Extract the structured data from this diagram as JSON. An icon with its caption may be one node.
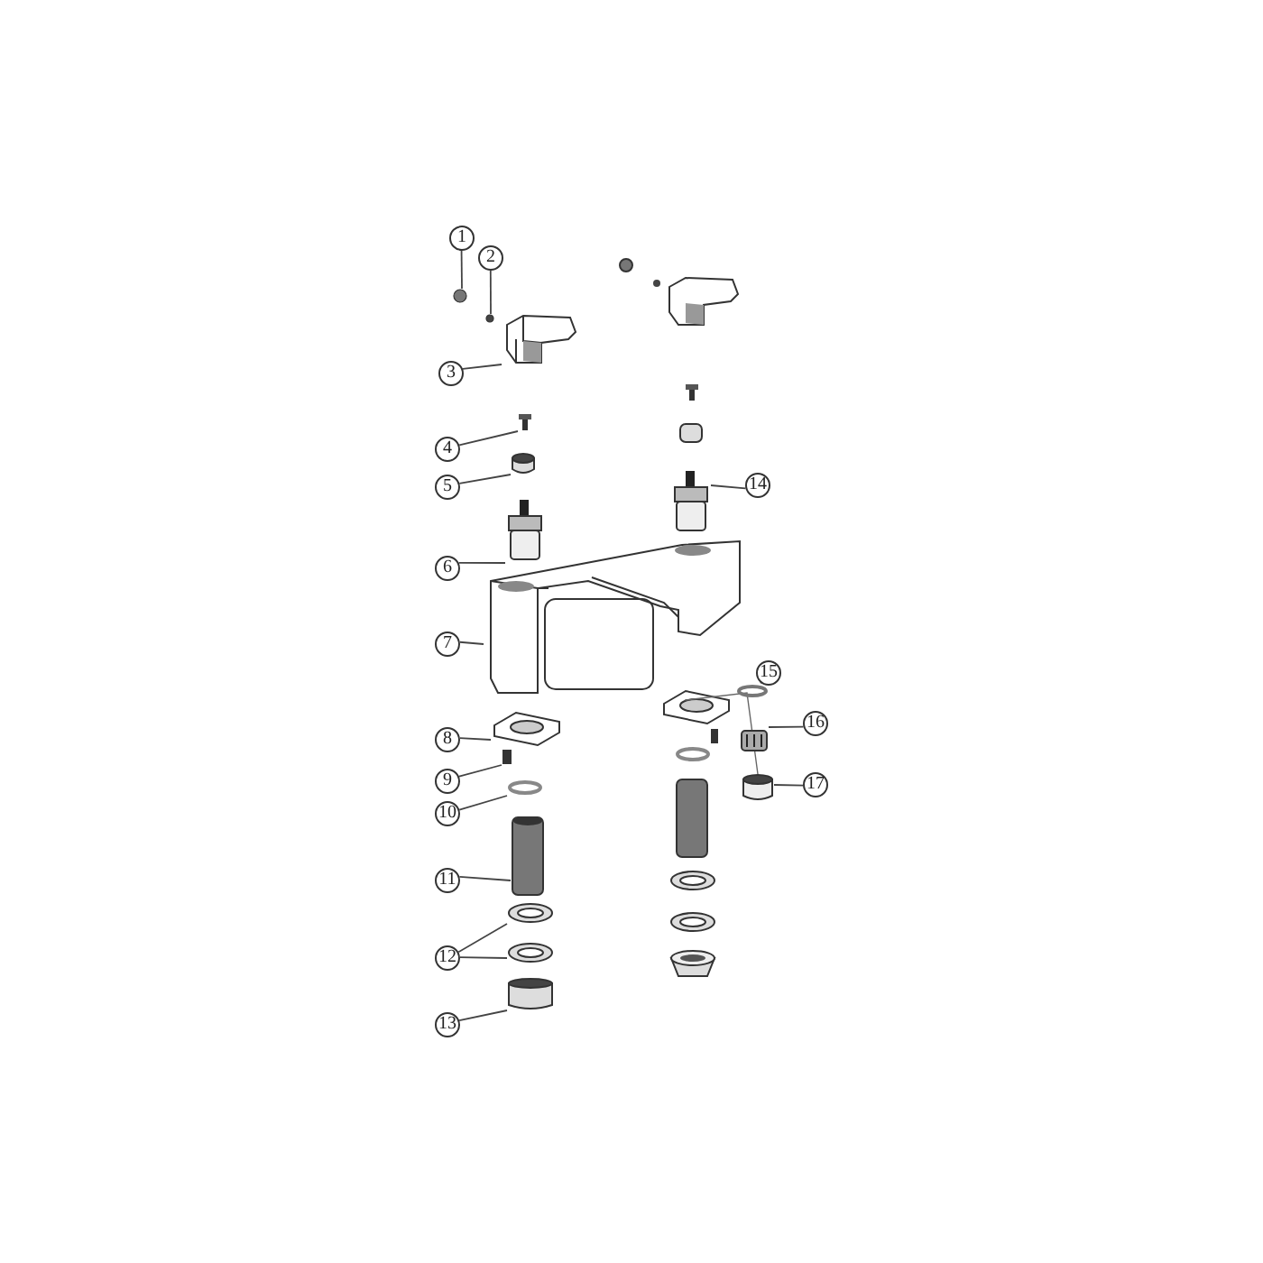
{
  "diagram": {
    "nodes": [
      {
        "text": [
          "1"
        ]
      },
      {
        "text": [
          "2"
        ]
      },
      {
        "text": [
          "3"
        ]
      },
      {
        "text": [
          "4"
        ]
      },
      {
        "text": [
          "5"
        ]
      },
      {
        "text": [
          "6"
        ]
      },
      {
        "text": [
          "7"
        ]
      },
      {
        "text": [
          "8"
        ]
      },
      {
        "text": [
          "9"
        ]
      },
      {
        "text": [
          "10"
        ]
      },
      {
        "text": [
          "11"
        ]
      },
      {
        "text": [
          "12"
        ]
      },
      {
        "text": [
          "13"
        ]
      },
      {
        "text": [
          "14"
        ]
      },
      {
        "text": [
          "15"
        ]
      },
      {
        "text": [
          "16"
        ]
      },
      {
        "text": [
          "17"
        ]
      },
      {
        "text": [],
        "shape": "circle"
      },
      {
        "text": [],
        "shape": "circle"
      },
      {
        "text": [],
        "shape": "picture"
      },
      {
        "text": [],
        "shape": "picture"
      },
      {
        "text": [],
        "shape": "cylinder"
      },
      {
        "text": [],
        "shape": "picture"
      },
      {
        "text": [],
        "shape": "picture"
      },
      {
        "text": [],
        "shape": "picture"
      },
      {
        "text": [],
        "shape": "bar"
      },
      {
        "text": [],
        "shape": "circle"
      },
      {
        "text": [],
        "shape": "picture"
      },
      {
        "text": [],
        "shape": "picture"
      },
      {
        "text": [],
        "shape": "picture"
      },
      {
        "text": [],
        "shape": "cylinder"
      },
      {
        "text": [],
        "shape": "picture"
      },
      {
        "text": [],
        "shape": "circle"
      },
      {
        "text": [],
        "shape": "picture"
      },
      {
        "text": [],
        "shape": "cylinder"
      }
    ],
    "edges": [
      {
        "from": 0,
        "to": 17,
        "arrow": "none"
      },
      {
        "from": 1,
        "to": 18,
        "arrow": "none"
      },
      {
        "from": 2,
        "to": 19,
        "arrow": "none"
      },
      {
        "from": 3,
        "to": 20,
        "arrow": "none"
      },
      {
        "from": 4,
        "to": 21,
        "arrow": "none"
      },
      {
        "from": 5,
        "to": 22,
        "arrow": "none"
      },
      {
        "from": 6,
        "to": 23,
        "arrow": "none"
      },
      {
        "from": 7,
        "to": 24,
        "arrow": "none"
      },
      {
        "from": 8,
        "to": 25,
        "arrow": "none"
      },
      {
        "from": 9,
        "to": 26,
        "arrow": "none"
      },
      {
        "from": 10,
        "to": 27,
        "arrow": "none"
      },
      {
        "from": 11,
        "to": 28,
        "arrow": "none"
      },
      {
        "from": 11,
        "to": 29,
        "arrow": "none"
      },
      {
        "from": 12,
        "to": 30,
        "arrow": "none"
      },
      {
        "from": 13,
        "to": 31,
        "arrow": "none"
      },
      {
        "from": 14,
        "to": 32,
        "arrow": "none"
      },
      {
        "from": 15,
        "to": 33,
        "arrow": "none"
      },
      {
        "from": 16,
        "to": 34,
        "arrow": "none"
      },
      {
        "from": 23,
        "to": 34,
        "arrow": "none"
      }
    ]
  }
}
